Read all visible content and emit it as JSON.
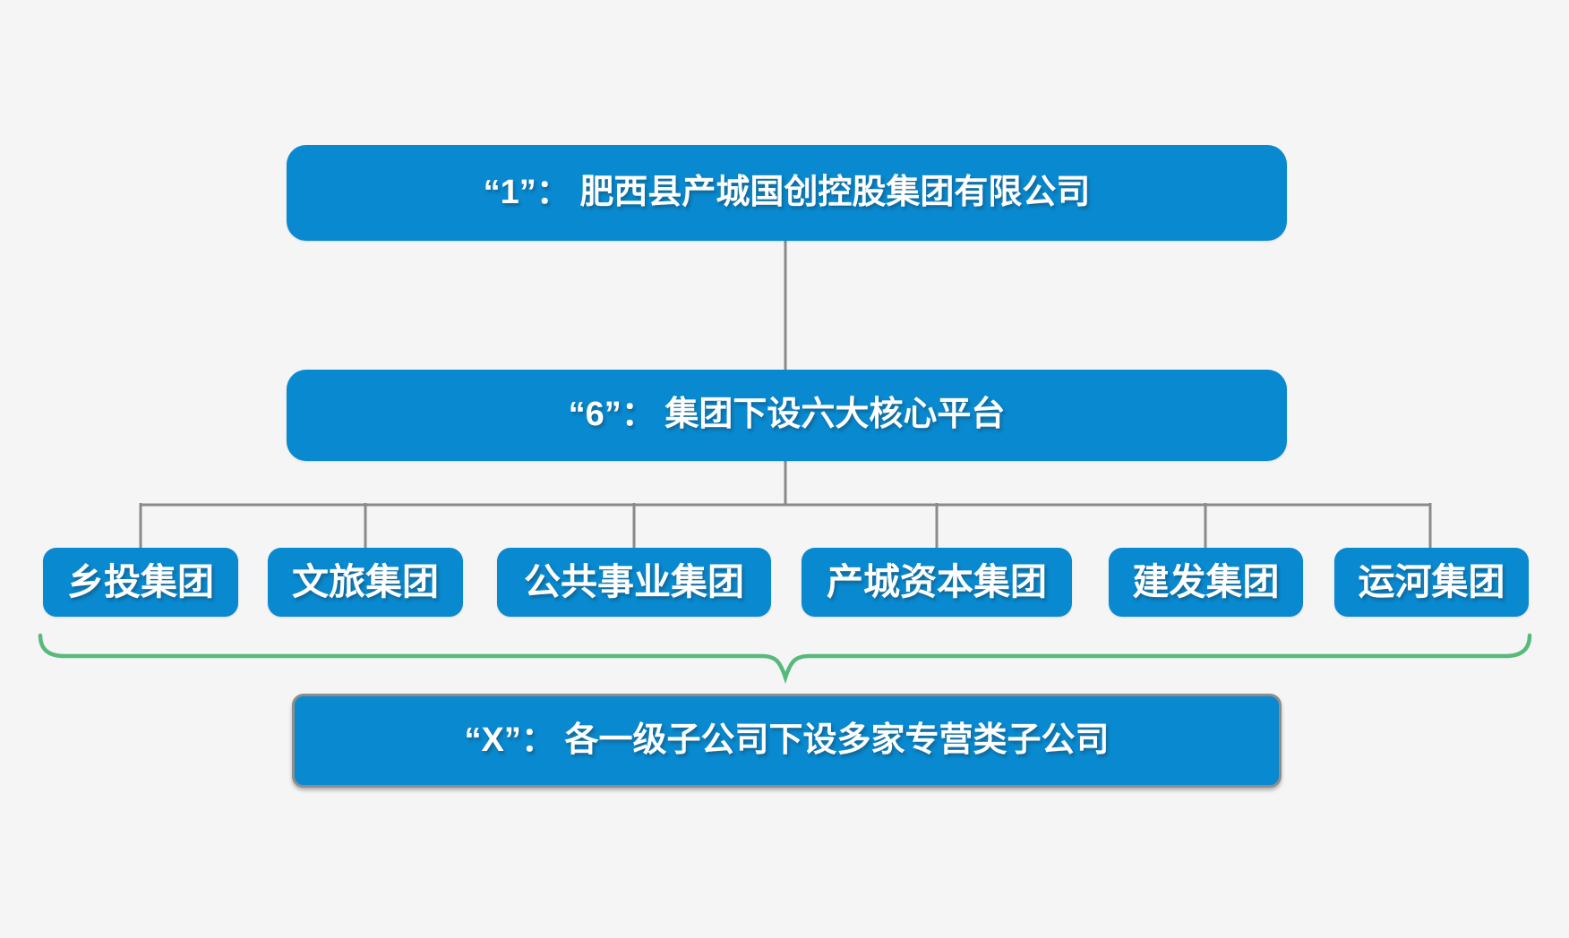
{
  "diagram": {
    "root_box": {
      "label": "“1”： 肥西县产城国创控股集团有限公司"
    },
    "core_box": {
      "label": "“6”： 集团下设六大核心平台"
    },
    "platforms": [
      {
        "label": "乡投集团"
      },
      {
        "label": "文旅集团"
      },
      {
        "label": "公共事业集团"
      },
      {
        "label": "产城资本集团"
      },
      {
        "label": "建发集团"
      },
      {
        "label": "运河集团"
      }
    ],
    "x_box": {
      "label": "“X”： 各一级子公司下设多家专营类子公司"
    },
    "colors": {
      "node_blue": "#0889d0",
      "connector_gray": "#8a8a8a",
      "brace_green": "#57ba7c",
      "background": "#f5f5f5",
      "text_white": "#ffffff",
      "x_box_border_gray": "#8d8d8d"
    }
  }
}
